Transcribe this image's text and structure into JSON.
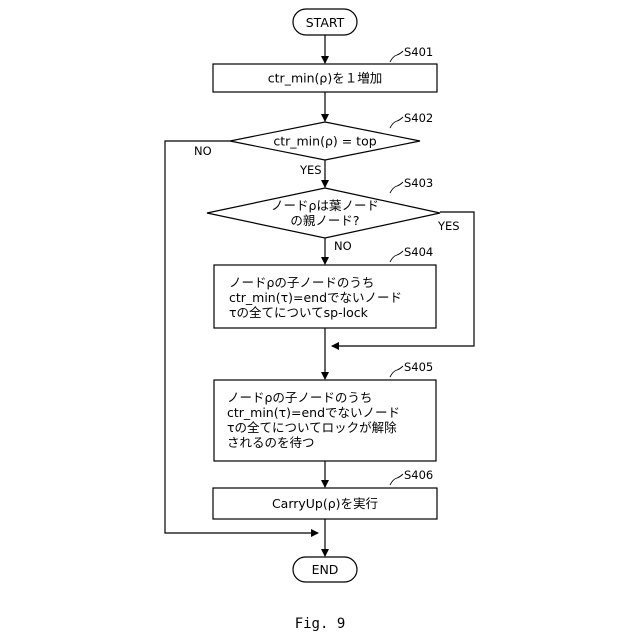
{
  "figure": {
    "caption": "Fig. 9",
    "start": "START",
    "end": "END",
    "steps": [
      {
        "id": "S401",
        "lines": [
          "ctr_min(ρ)を１増加"
        ]
      },
      {
        "id": "S402",
        "lines": [
          "ctr_min(ρ) = top"
        ],
        "yes": "YES",
        "no": "NO"
      },
      {
        "id": "S403",
        "lines": [
          "ノードρは葉ノード",
          "の親ノード?"
        ],
        "yes": "YES",
        "no": "NO"
      },
      {
        "id": "S404",
        "lines": [
          "ノードρの子ノードのうち",
          "ctr_min(τ)=endでないノード",
          "τの全てについてsp-lock"
        ]
      },
      {
        "id": "S405",
        "lines": [
          "ノードρの子ノードのうち",
          "ctr_min(τ)=endでないノード",
          "τの全てについてロックが解除",
          "されるのを待つ"
        ]
      },
      {
        "id": "S406",
        "lines": [
          "CarryUp(ρ)を実行"
        ]
      }
    ]
  }
}
